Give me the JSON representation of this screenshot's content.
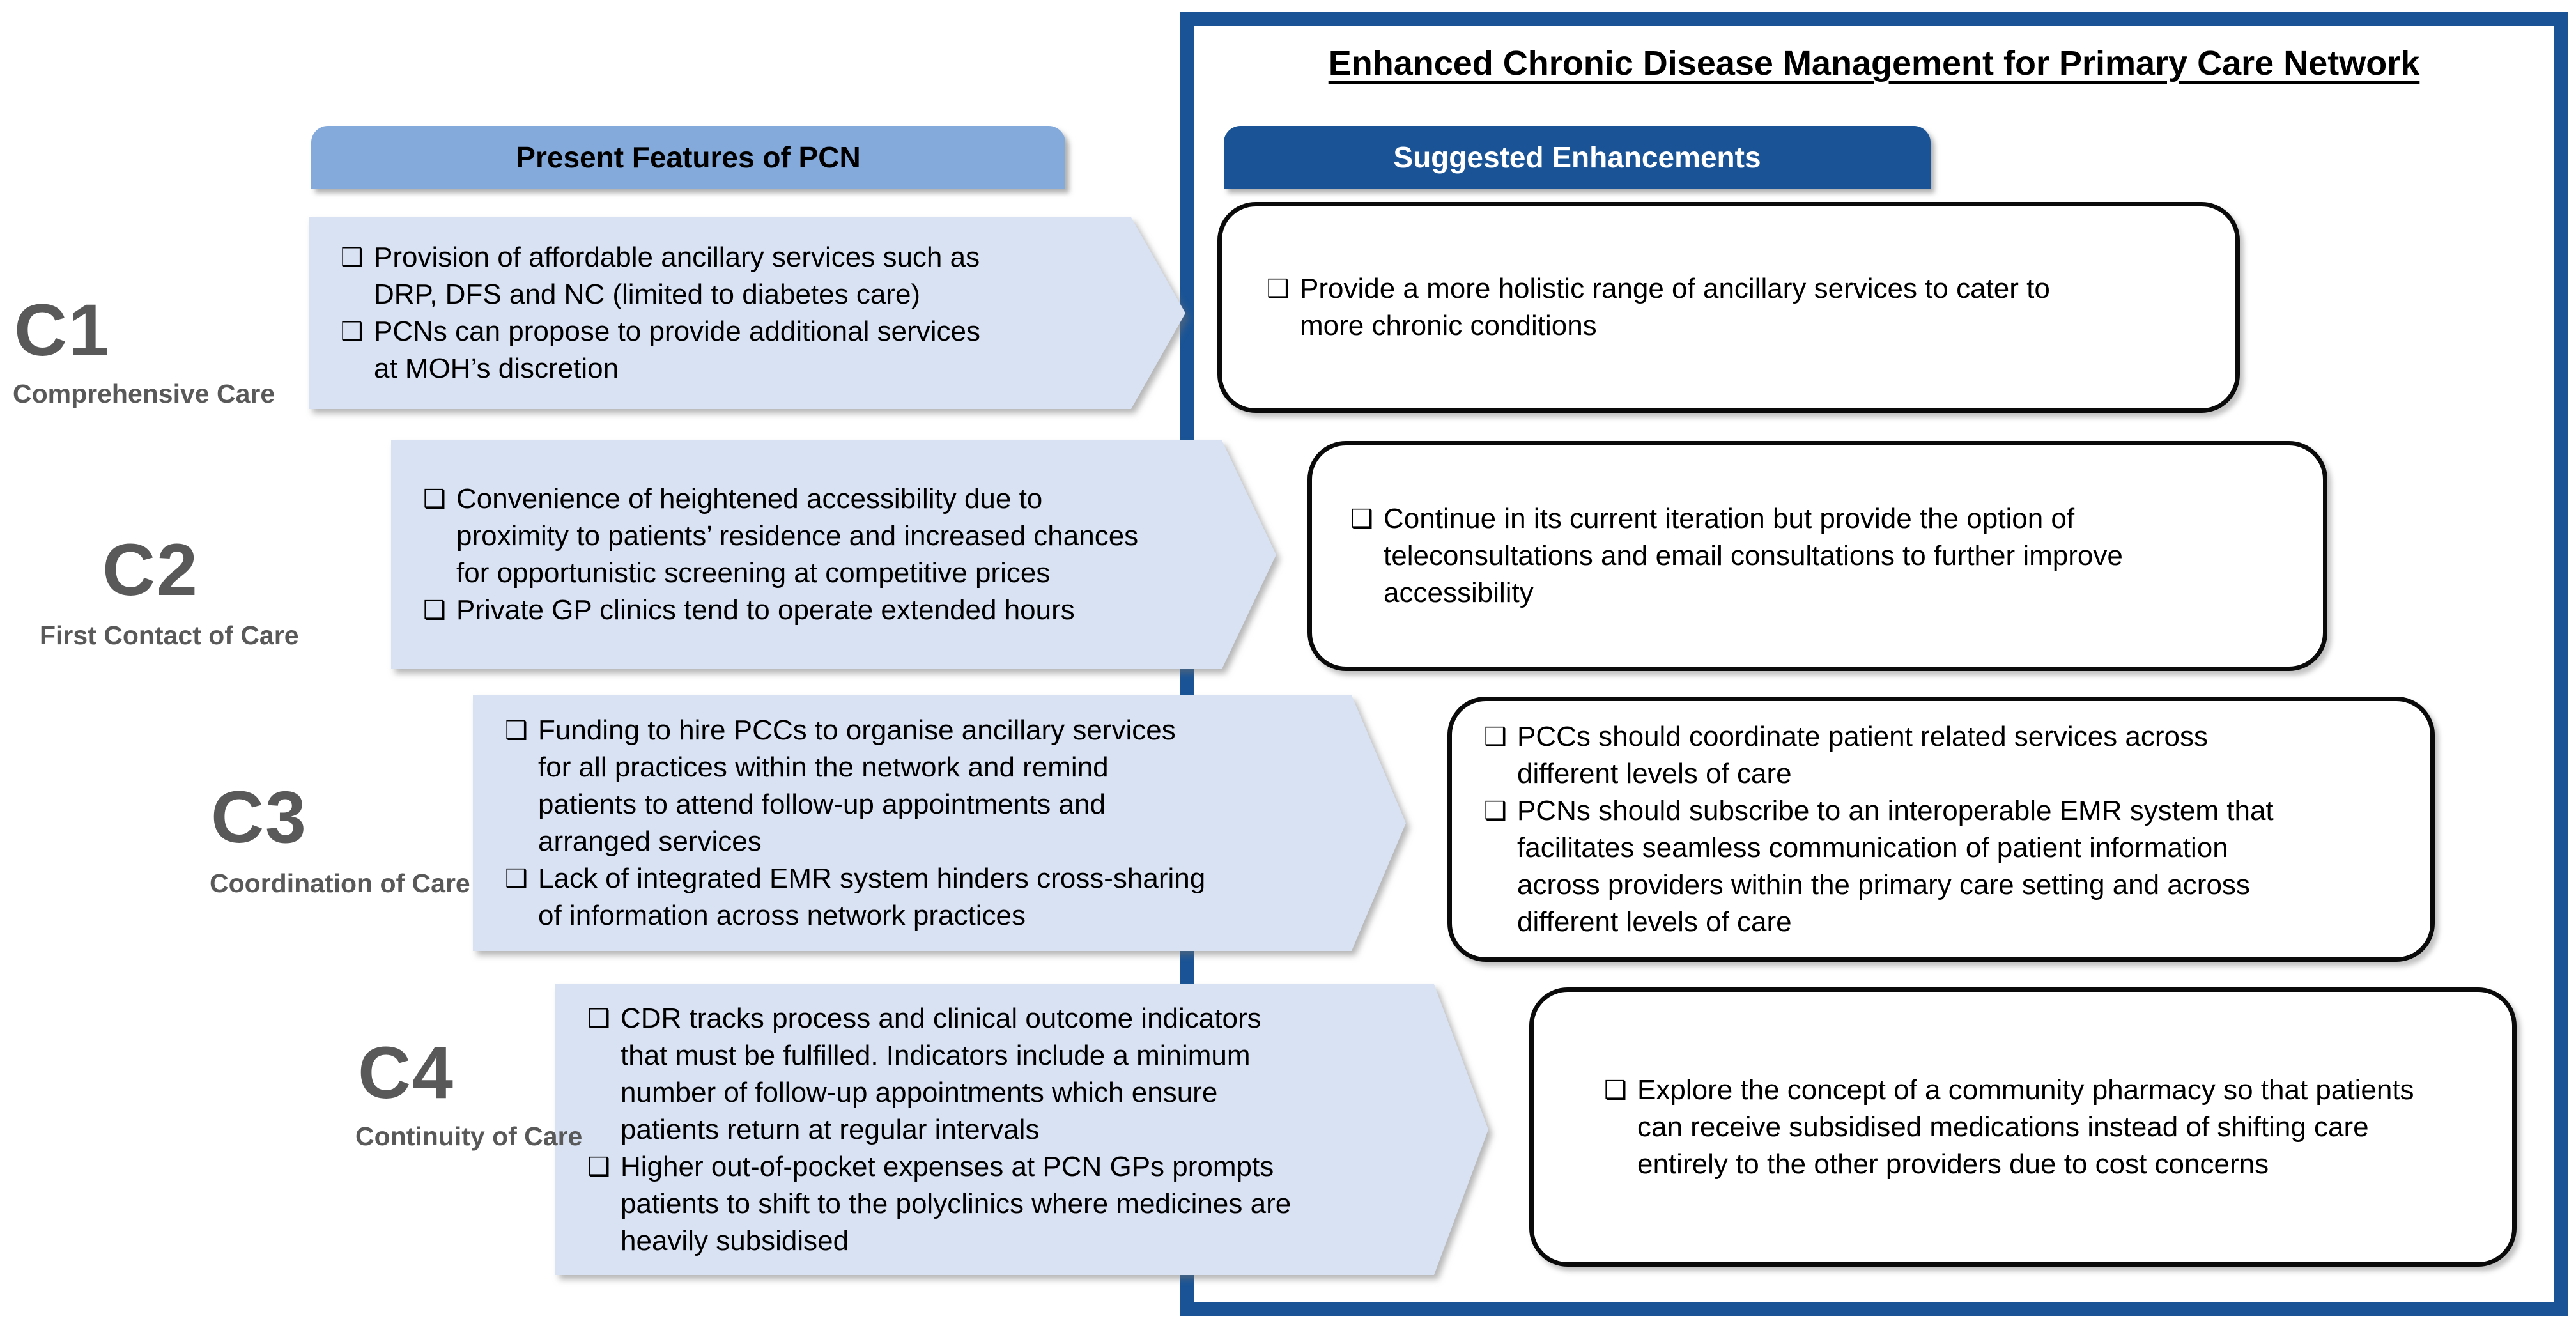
{
  "title": "Enhanced Chronic Disease Management for Primary Care Network",
  "headers": {
    "present": "Present Features of PCN",
    "suggested": "Suggested Enhancements"
  },
  "bullet_icon": "❑",
  "colors": {
    "panel_blue": "#1A5496",
    "header_light_blue": "#84AADC",
    "arrow_fill": "#D9E2F3",
    "label_gray": "#595959",
    "box_border": "#0A0A0A"
  },
  "rows": [
    {
      "id": "C1",
      "category": "Comprehensive Care",
      "present": [
        "Provision of affordable ancillary services such as DRP, DFS and NC (limited to diabetes care)",
        "PCNs can propose to provide additional services at MOH’s discretion"
      ],
      "suggested": [
        "Provide a more holistic range of ancillary services to cater to more chronic conditions"
      ]
    },
    {
      "id": "C2",
      "category": "First Contact of Care",
      "present": [
        "Convenience of heightened accessibility due to proximity to patients’ residence and increased chances for opportunistic screening at competitive prices",
        "Private GP clinics tend to operate extended hours"
      ],
      "suggested": [
        "Continue in its current iteration but provide the option of teleconsultations and email consultations to further improve accessibility"
      ]
    },
    {
      "id": "C3",
      "category": "Coordination of Care",
      "present": [
        "Funding to hire PCCs to organise ancillary services for all practices within the network and remind patients to attend follow-up appointments and arranged services",
        "Lack of integrated EMR system hinders cross-sharing of information across network practices"
      ],
      "suggested": [
        "PCCs should coordinate patient related services across different levels of care",
        "PCNs should subscribe to an interoperable EMR system that facilitates seamless communication of patient information across providers within the primary care setting and across different levels of care"
      ]
    },
    {
      "id": "C4",
      "category": "Continuity of Care",
      "present": [
        "CDR tracks process and clinical outcome indicators that must be fulfilled. Indicators include a minimum number of follow-up appointments which ensure patients return at regular intervals",
        "Higher out-of-pocket expenses at PCN GPs prompts patients to shift to the polyclinics where medicines are heavily subsidised"
      ],
      "suggested": [
        "Explore the concept of a community pharmacy so that patients can receive subsidised medications instead of shifting care entirely to the other providers due to cost concerns"
      ]
    }
  ]
}
